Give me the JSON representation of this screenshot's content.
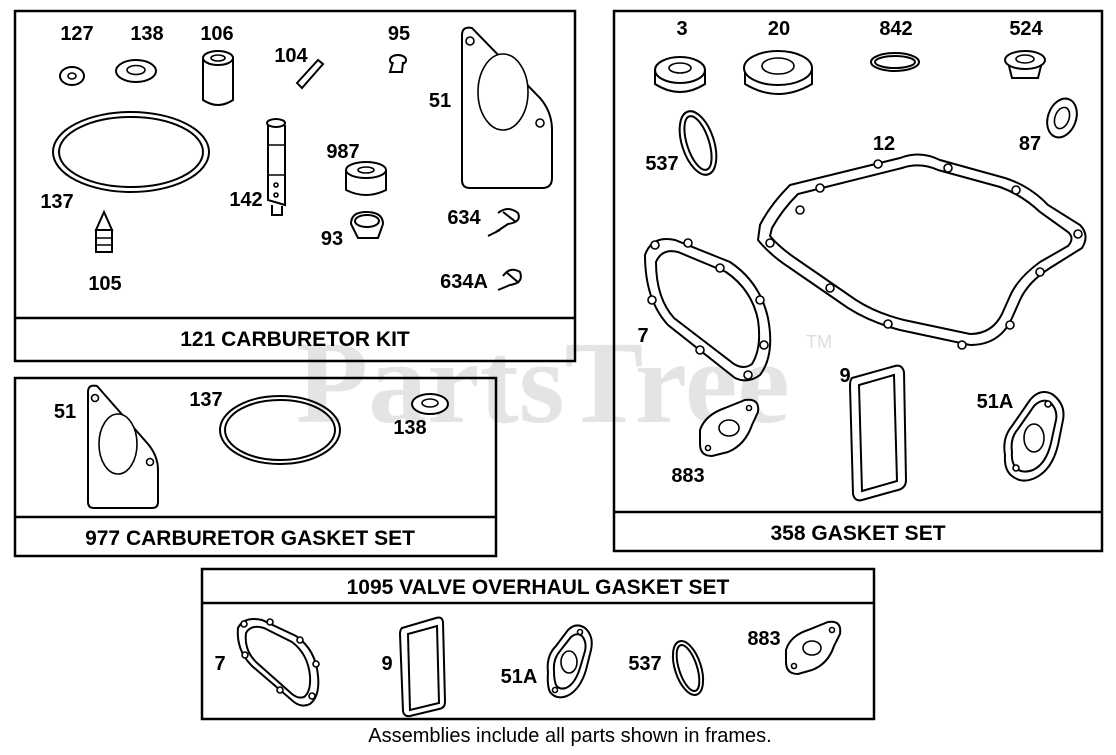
{
  "watermark": {
    "text": "PartsTree",
    "tm": "TM"
  },
  "frames": {
    "carburetor_kit": {
      "title": "121 CARBURETOR KIT",
      "callouts": {
        "p127": "127",
        "p138": "138",
        "p106": "106",
        "p104": "104",
        "p95": "95",
        "p51": "51",
        "p137": "137",
        "p142": "142",
        "p987": "987",
        "p93": "93",
        "p634": "634",
        "p634a": "634A",
        "p105": "105"
      }
    },
    "carburetor_gasket_set": {
      "title": "977 CARBURETOR GASKET SET",
      "callouts": {
        "p51": "51",
        "p137": "137",
        "p138": "138"
      }
    },
    "gasket_set": {
      "title": "358 GASKET SET",
      "callouts": {
        "p3": "3",
        "p20": "20",
        "p842": "842",
        "p524": "524",
        "p537": "537",
        "p12": "12",
        "p87": "87",
        "p7": "7",
        "p9": "9",
        "p51a": "51A",
        "p883": "883"
      }
    },
    "valve_overhaul_gasket_set": {
      "title": "1095 VALVE OVERHAUL GASKET SET",
      "callouts": {
        "p7": "7",
        "p9": "9",
        "p51a": "51A",
        "p537": "537",
        "p883": "883"
      }
    }
  },
  "footnote": "Assemblies include all parts shown in frames."
}
